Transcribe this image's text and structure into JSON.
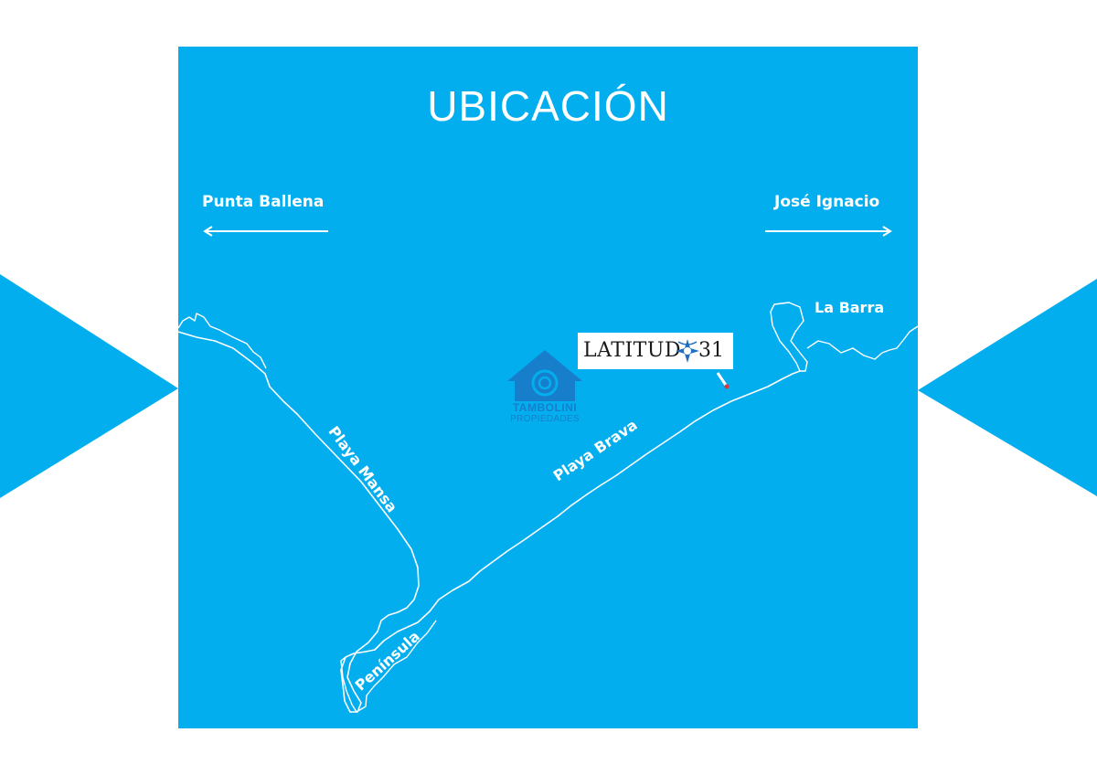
{
  "title": "UBICACIÓN",
  "colors": {
    "panel": "#03AEEF",
    "line": "#FFFFFF",
    "watermark": "#1E6FBF"
  },
  "directions": {
    "left": {
      "label": "Punta Ballena",
      "arrow": "left-arrow-icon"
    },
    "right": {
      "label": "José Ignacio",
      "arrow": "right-arrow-icon"
    }
  },
  "places": {
    "la_barra": "La Barra",
    "playa_mansa": "Playa Mansa",
    "playa_brava": "Playa Brava",
    "peninsula": "Península"
  },
  "brand": {
    "text": "LATITUD",
    "number": "31",
    "icon": "compass-icon"
  },
  "watermark": {
    "name": "TAMBOLINI",
    "subtitle": "PROPIEDADES"
  }
}
